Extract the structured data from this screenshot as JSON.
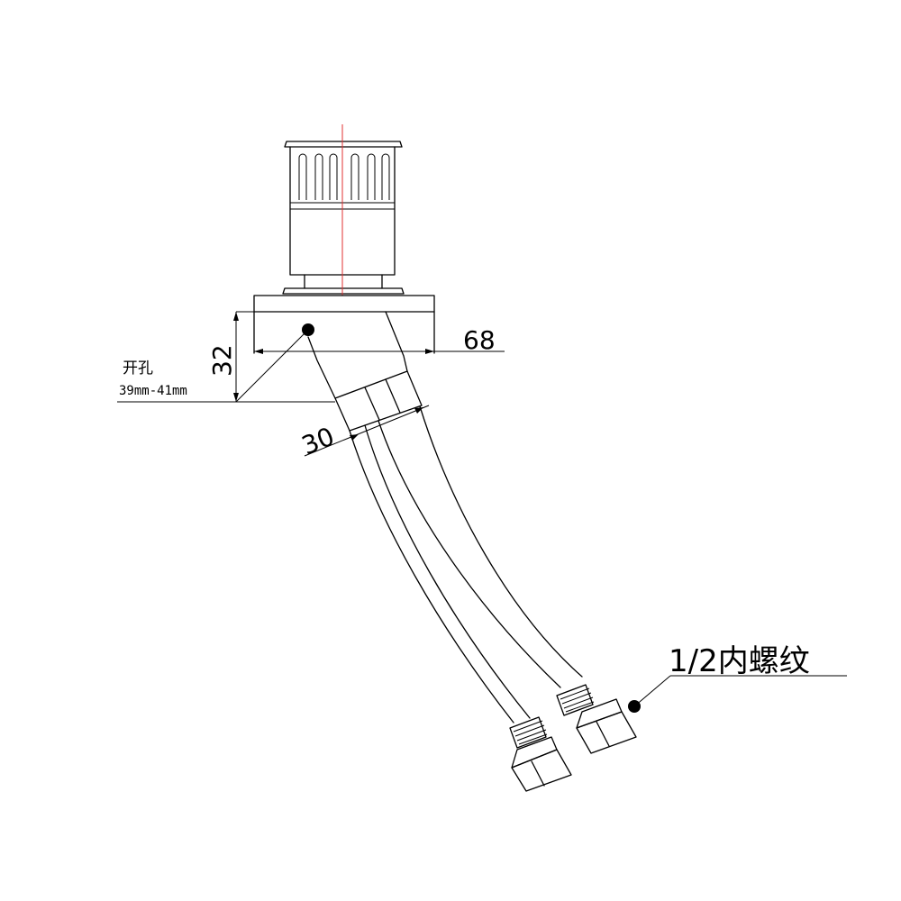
{
  "labels": {
    "dim_width": "68",
    "dim_height": "32",
    "dim_hose": "30",
    "hole_title": "开孔",
    "hole_range": "39mm-41mm",
    "thread_note": "1/2内螺纹"
  },
  "colors": {
    "line": "#000000",
    "centerline": "#e03030",
    "background": "#ffffff"
  }
}
